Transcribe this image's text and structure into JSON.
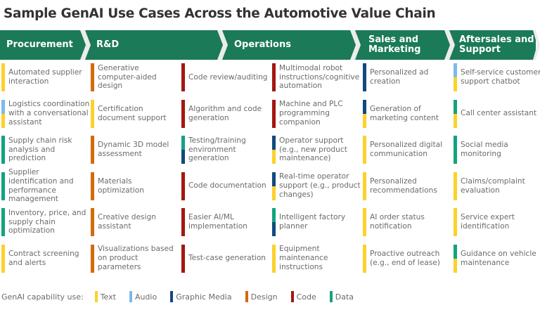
{
  "title": "Sample GenAI Use Cases Across the Automotive Value Chain",
  "colors": {
    "band": "#1b7a57",
    "separator": "#ececec",
    "text": "#fcd12a",
    "audio": "#7db9ec",
    "graphic": "#0f4a7e",
    "design": "#d36a0b",
    "code": "#a3170f",
    "data": "#12a37f"
  },
  "stages": [
    {
      "label": "Procurement"
    },
    {
      "label": "R&D"
    },
    {
      "label": "Operations"
    },
    {
      "label": "Sales and Marketing"
    },
    {
      "label": "Aftersales and Support"
    }
  ],
  "columns": [
    {
      "stage": "Procurement",
      "items": [
        {
          "label": "Automated supplier interaction",
          "capabilities": [
            "text"
          ]
        },
        {
          "label": "Logistics coordination with a conversational assistant",
          "capabilities": [
            "audio",
            "text"
          ]
        },
        {
          "label": "Supply chain risk analysis and prediction",
          "capabilities": [
            "data"
          ]
        },
        {
          "label": "Supplier identification and performance management",
          "capabilities": [
            "data"
          ]
        },
        {
          "label": "Inventory, price, and supply chain optimization",
          "capabilities": [
            "data"
          ]
        },
        {
          "label": "Contract screening and alerts",
          "capabilities": [
            "text"
          ]
        }
      ]
    },
    {
      "stage": "R&D",
      "items": [
        {
          "label": "Generative computer-aided design",
          "capabilities": [
            "design"
          ]
        },
        {
          "label": "Certification document support",
          "capabilities": [
            "text"
          ]
        },
        {
          "label": "Dynamic 3D model assessment",
          "capabilities": [
            "design"
          ]
        },
        {
          "label": "Materials optimization",
          "capabilities": [
            "design"
          ]
        },
        {
          "label": "Creative design assistant",
          "capabilities": [
            "design"
          ]
        },
        {
          "label": "Visualizations based on product parameters",
          "capabilities": [
            "design"
          ]
        }
      ]
    },
    {
      "stage": "Operations",
      "items": [
        {
          "label": "Code review/auditing",
          "capabilities": [
            "code"
          ]
        },
        {
          "label": "Algorithm and code generation",
          "capabilities": [
            "code"
          ]
        },
        {
          "label": "Testing/training environment generation",
          "capabilities": [
            "data",
            "graphic"
          ]
        },
        {
          "label": "Code documentation",
          "capabilities": [
            "code"
          ]
        },
        {
          "label": "Easier AI/ML implementation",
          "capabilities": [
            "code"
          ]
        },
        {
          "label": "Test-case generation",
          "capabilities": [
            "code"
          ]
        }
      ]
    },
    {
      "stage": "Operations",
      "items": [
        {
          "label": "Multimodal robot instructions/cognitive automation",
          "capabilities": [
            "code"
          ]
        },
        {
          "label": "Machine and PLC programming companion",
          "capabilities": [
            "code"
          ]
        },
        {
          "label": "Operator support (e.g., new product maintenance)",
          "capabilities": [
            "graphic",
            "text"
          ]
        },
        {
          "label": "Real-time operator support (e.g., product changes)",
          "capabilities": [
            "graphic",
            "text"
          ]
        },
        {
          "label": "Intelligent factory planner",
          "capabilities": [
            "data",
            "graphic"
          ]
        },
        {
          "label": "Equipment maintenance instructions",
          "capabilities": [
            "text"
          ]
        }
      ]
    },
    {
      "stage": "Sales and Marketing",
      "items": [
        {
          "label": "Personalized ad creation",
          "capabilities": [
            "graphic"
          ]
        },
        {
          "label": "Generation of marketing content",
          "capabilities": [
            "graphic",
            "text"
          ]
        },
        {
          "label": "Personalized digital communication",
          "capabilities": [
            "text"
          ]
        },
        {
          "label": "Personalized recommendations",
          "capabilities": [
            "text"
          ]
        },
        {
          "label": "AI order status notification",
          "capabilities": [
            "text"
          ]
        },
        {
          "label": "Proactive outreach (e.g., end of lease)",
          "capabilities": [
            "text"
          ]
        }
      ]
    },
    {
      "stage": "Aftersales and Support",
      "items": [
        {
          "label": "Self-service customer support chatbot",
          "capabilities": [
            "audio",
            "text"
          ]
        },
        {
          "label": "Call center assistant",
          "capabilities": [
            "data",
            "text"
          ]
        },
        {
          "label": "Social media monitoring",
          "capabilities": [
            "data"
          ]
        },
        {
          "label": "Claims/complaint evaluation",
          "capabilities": [
            "text"
          ]
        },
        {
          "label": "Service expert identification",
          "capabilities": [
            "text"
          ]
        },
        {
          "label": "Guidance on vehicle maintenance",
          "capabilities": [
            "data",
            "text"
          ]
        }
      ]
    }
  ],
  "legend": {
    "title": "GenAI capability use:",
    "items": [
      {
        "key": "text",
        "label": "Text"
      },
      {
        "key": "audio",
        "label": "Audio"
      },
      {
        "key": "graphic",
        "label": "Graphic Media"
      },
      {
        "key": "design",
        "label": "Design"
      },
      {
        "key": "code",
        "label": "Code"
      },
      {
        "key": "data",
        "label": "Data"
      }
    ]
  }
}
